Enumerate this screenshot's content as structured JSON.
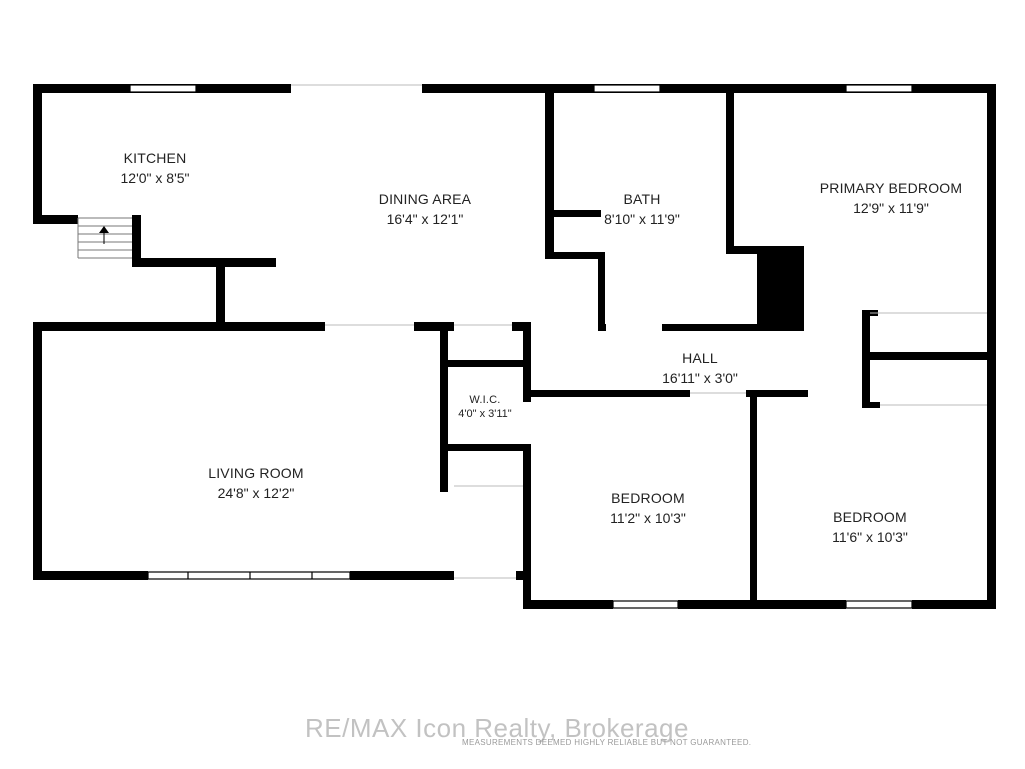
{
  "rooms": {
    "kitchen": {
      "name": "KITCHEN",
      "dim": "12'0\" x 8'5\""
    },
    "dining": {
      "name": "DINING AREA",
      "dim": "16'4\" x 12'1\""
    },
    "bath": {
      "name": "BATH",
      "dim": "8'10\" x 11'9\""
    },
    "primary_bedroom": {
      "name": "PRIMARY BEDROOM",
      "dim": "12'9\" x 11'9\""
    },
    "hall": {
      "name": "HALL",
      "dim": "16'11\" x 3'0\""
    },
    "wic": {
      "name": "W.I.C.",
      "dim": "4'0\" x 3'11\""
    },
    "living": {
      "name": "LIVING ROOM",
      "dim": "24'8\" x 12'2\""
    },
    "bedroom_1": {
      "name": "BEDROOM",
      "dim": "11'2\" x 10'3\""
    },
    "bedroom_2": {
      "name": "BEDROOM",
      "dim": "11'6\" x 10'3\""
    }
  },
  "watermark": "RE/MAX Icon Realty, Brokerage",
  "disclaimer": "MEASUREMENTS DEEMED HIGHLY RELIABLE BUT NOT GUARANTEED.",
  "colors": {
    "wall": "#000000",
    "window": "#ffffff",
    "background": "#ffffff"
  }
}
